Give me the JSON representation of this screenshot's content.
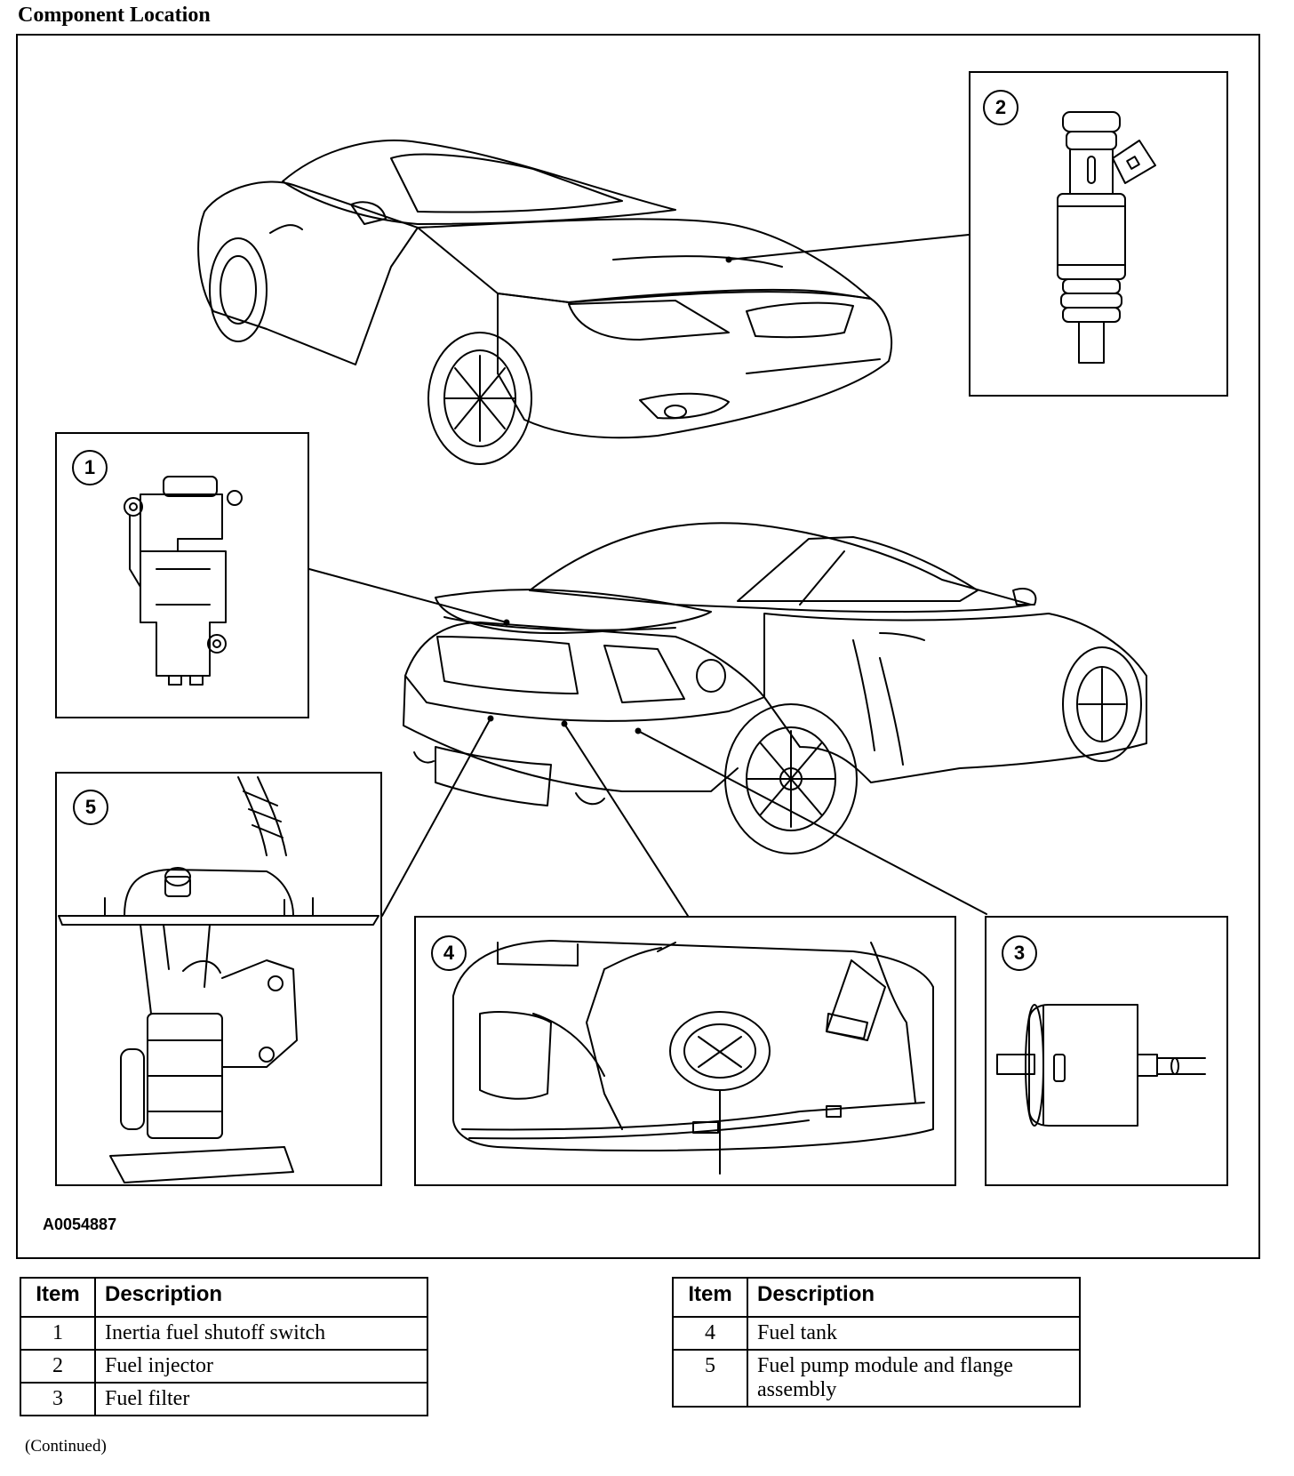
{
  "page": {
    "title": "Component Location",
    "figure_id": "A0054887",
    "continued": "(Continued)"
  },
  "callouts": [
    {
      "item": "1",
      "component": "inertia-switch"
    },
    {
      "item": "2",
      "component": "fuel-injector"
    },
    {
      "item": "3",
      "component": "fuel-filter"
    },
    {
      "item": "4",
      "component": "fuel-tank"
    },
    {
      "item": "5",
      "component": "fuel-pump-module"
    }
  ],
  "legend_left": {
    "header_item": "Item",
    "header_description": "Description",
    "rows": [
      {
        "item": "1",
        "description": "Inertia fuel shutoff switch"
      },
      {
        "item": "2",
        "description": "Fuel injector"
      },
      {
        "item": "3",
        "description": "Fuel filter"
      }
    ]
  },
  "legend_right": {
    "header_item": "Item",
    "header_description": "Description",
    "rows": [
      {
        "item": "4",
        "description": "Fuel tank"
      },
      {
        "item": "5",
        "description": "Fuel pump module and flange assembly"
      }
    ]
  }
}
